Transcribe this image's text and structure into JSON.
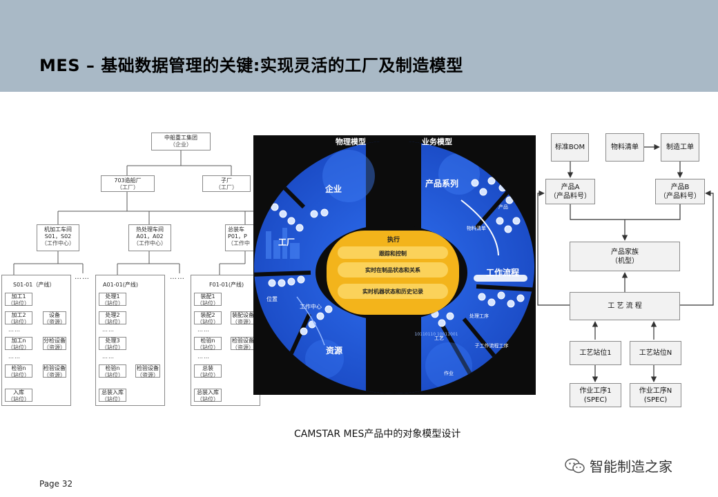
{
  "header": {
    "title": "MES – 基础数据管理的关键:实现灵活的工厂及制造模型"
  },
  "left_tree": {
    "root": {
      "name": "中船重工集团",
      "type": "（企业）"
    },
    "factories": [
      {
        "name": "703造船厂",
        "type": "（工厂）"
      },
      {
        "name": "子厂",
        "type": "（工厂）"
      }
    ],
    "workshops": [
      {
        "name": "机加工车间",
        "codes": "S01，S02",
        "type": "（工作中心）"
      },
      {
        "name": "热处理车间",
        "codes": "A01，A02",
        "type": "（工作中心）"
      },
      {
        "name": "总装车",
        "codes": "P01，P",
        "type": "（工作中"
      }
    ],
    "ellipsis": "……",
    "ellipsis_short": "……",
    "lines": [
      {
        "title": "S01-01（产线）",
        "stations": [
          "加工1",
          "加工2",
          "……",
          "加工n",
          "……",
          "检验n",
          "入库"
        ],
        "sub": "（站位）",
        "equip": [
          "设备",
          "分检设备",
          "检验设备"
        ],
        "equip_sub": "（资源）"
      },
      {
        "title": "A01-01(产线)",
        "stations": [
          "处理1",
          "处理2",
          "……",
          "处理3",
          "……",
          "检验n",
          "总装入库"
        ],
        "sub": "（站位）",
        "equip": [
          "检验设备"
        ],
        "equip_sub": "（资源）"
      },
      {
        "title": "F01-01(产线)",
        "stations": [
          "装配1",
          "装配2",
          "……",
          "检验n",
          "……",
          "总装",
          "总装入库"
        ],
        "sub": "（站位）",
        "equip": [
          "装配设备",
          "检验设备"
        ],
        "equip_sub": "（资源）"
      }
    ]
  },
  "center_diagram": {
    "header_left": "物理模型",
    "header_right": "业务模型",
    "left_labels": [
      "企业",
      "工厂",
      "位置",
      "工作中心",
      "资源"
    ],
    "right_labels": [
      "产品系列",
      "产品",
      "物料清单",
      "工作流程",
      "处理工序",
      "子工作流程工序",
      "工艺",
      "作业"
    ],
    "binary": "10110110 10011001",
    "core": {
      "title": "执行",
      "items": [
        "跟踪和控制",
        "实时在制品状态和关系",
        "实时机器状态和历史记录"
      ]
    },
    "colors": {
      "blue": "#1f5bd8",
      "yellow": "#f3b41b",
      "dark": "#0c0c0c"
    }
  },
  "right_flow": {
    "std_bom": "标准BOM",
    "material_list": "物料清单",
    "work_order": "制造工单",
    "product_a": {
      "name": "产品A",
      "sub": "（产品料号）"
    },
    "product_b": {
      "name": "产品B",
      "sub": "（产品料号）"
    },
    "family": {
      "name": "产品家族",
      "sub": "（机型）"
    },
    "process": "工 艺 流 程",
    "station_1": "工艺站位1",
    "station_n": "工艺站位N",
    "op_1": {
      "name": "作业工序1",
      "sub": "(SPEC)"
    },
    "op_n": {
      "name": "作业工序N",
      "sub": "(SPEC)"
    }
  },
  "caption": "CAMSTAR MES产品中的对象模型设计",
  "brand": "智能制造之家",
  "footer": {
    "page": "Page 32"
  }
}
